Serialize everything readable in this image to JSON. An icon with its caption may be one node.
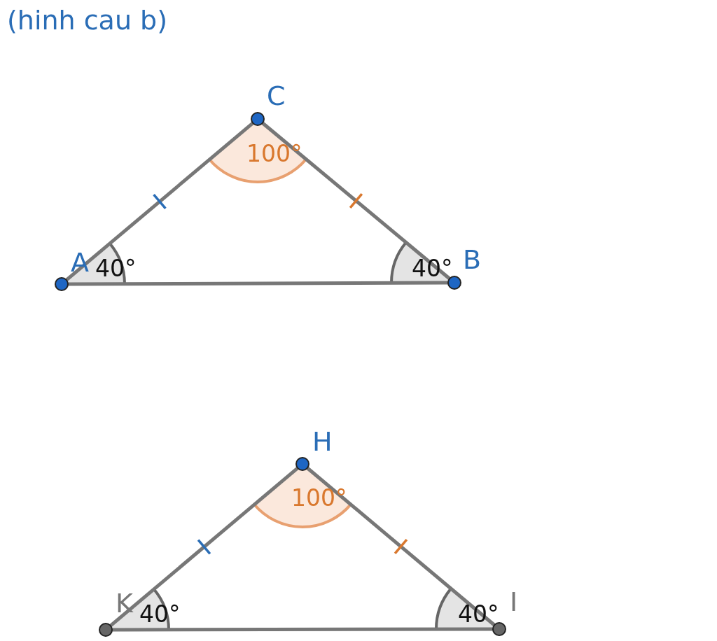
{
  "diagram": {
    "title": "(hinh cau b)",
    "nodes": [
      {
        "text": [],
        "shape": "circle",
        "beside": [
          "C"
        ]
      },
      {
        "text": [],
        "shape": "circle",
        "beside": [
          "A"
        ]
      },
      {
        "text": [],
        "shape": "circle",
        "beside": [
          "B"
        ]
      },
      {
        "text": [],
        "shape": "circle",
        "beside": [
          "H"
        ]
      },
      {
        "text": [],
        "shape": "circle",
        "beside": [
          "K"
        ]
      },
      {
        "text": [],
        "shape": "circle",
        "beside": [
          "I"
        ]
      }
    ],
    "edges": [
      {
        "from": 0,
        "to": 1,
        "arrow": "none"
      },
      {
        "from": 0,
        "to": 2,
        "arrow": "none"
      },
      {
        "from": 1,
        "to": 2,
        "arrow": "none"
      },
      {
        "from": 3,
        "to": 4,
        "arrow": "none"
      },
      {
        "from": 3,
        "to": 5,
        "arrow": "none"
      },
      {
        "from": 4,
        "to": 5,
        "arrow": "none"
      }
    ],
    "labels": [
      "100°",
      "40°",
      "40°",
      "100°",
      "40°",
      "40°"
    ]
  }
}
